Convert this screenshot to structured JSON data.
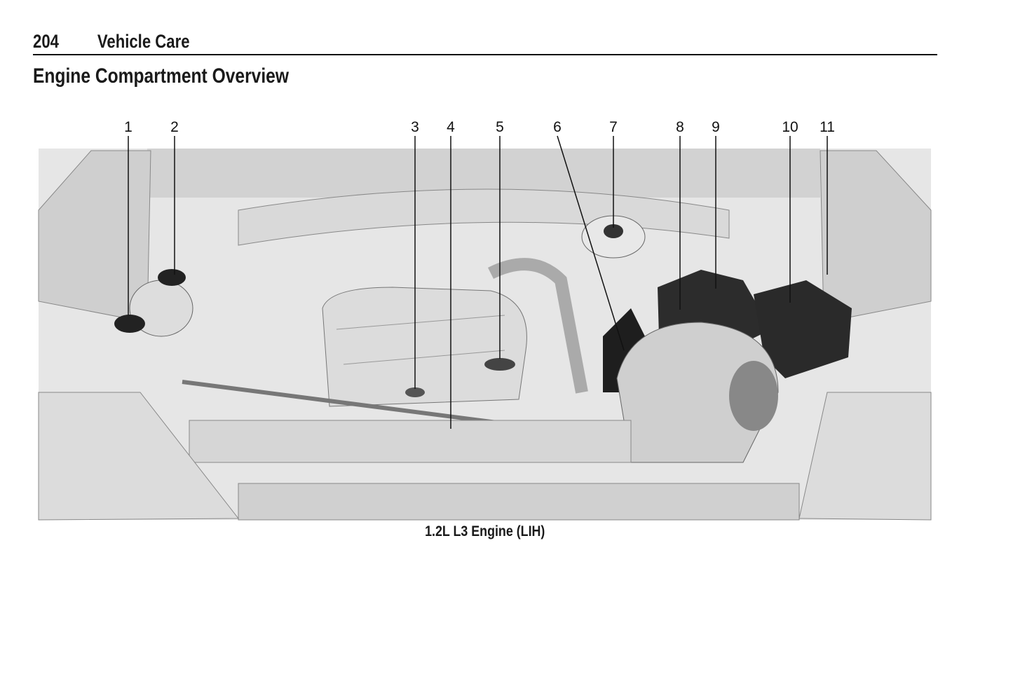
{
  "header": {
    "page_number": "204",
    "section": "Vehicle Care"
  },
  "title": "Engine Compartment Overview",
  "figure": {
    "callouts": [
      "1",
      "2",
      "3",
      "4",
      "5",
      "6",
      "7",
      "8",
      "9",
      "10",
      "11"
    ],
    "caption": "1.2L L3 Engine (LIH)"
  }
}
